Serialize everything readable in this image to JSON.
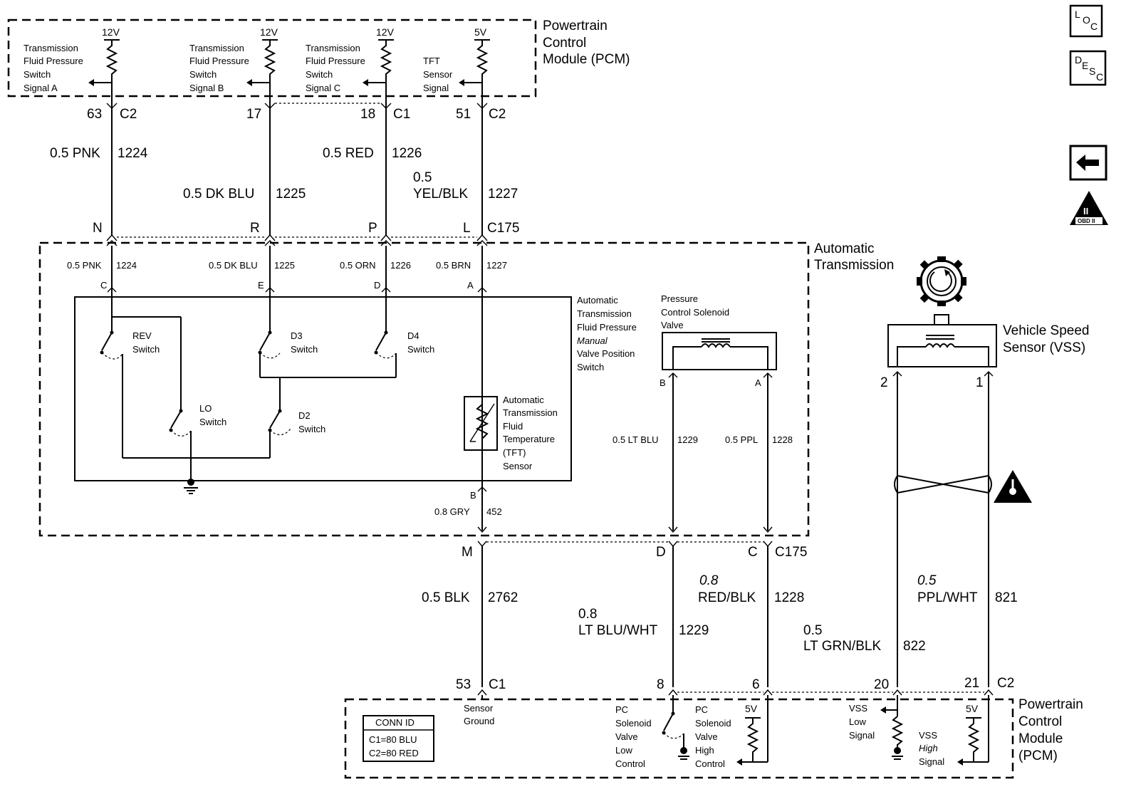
{
  "pcm_top": {
    "title": [
      "Powertrain",
      "Control",
      "Module (PCM)"
    ],
    "volts": [
      "12V",
      "12V",
      "12V",
      "5V"
    ],
    "signals": [
      [
        "Transmission",
        "Fluid Pressure",
        "Switch",
        "Signal A"
      ],
      [
        "Transmission",
        "Fluid Pressure",
        "Switch",
        "Signal B"
      ],
      [
        "Transmission",
        "Fluid Pressure",
        "Switch",
        "Signal C"
      ],
      [
        "TFT",
        "Sensor",
        "Signal"
      ]
    ],
    "pins": [
      "63",
      "17",
      "18",
      "51"
    ],
    "connectors": [
      "C2",
      "C1",
      "C2"
    ]
  },
  "upper_wires": [
    {
      "gauge_color": "0.5 PNK",
      "circuit": "1224"
    },
    {
      "gauge_color": "0.5 DK BLU",
      "circuit": "1225"
    },
    {
      "gauge_color": "0.5 RED",
      "circuit": "1226"
    },
    {
      "gauge_line1": "0.5",
      "gauge_line2": "YEL/BLK",
      "circuit": "1227"
    }
  ],
  "c175_top": {
    "pins": [
      "N",
      "R",
      "P",
      "L"
    ],
    "connector": "C175"
  },
  "transmission": {
    "title": [
      "Automatic",
      "Transmission"
    ],
    "inner_wires": [
      {
        "gauge_color": "0.5 PNK",
        "circuit": "1224",
        "pin": "C"
      },
      {
        "gauge_color": "0.5 DK BLU",
        "circuit": "1225",
        "pin": "E"
      },
      {
        "gauge_color": "0.5 ORN",
        "circuit": "1226",
        "pin": "D"
      },
      {
        "gauge_color": "0.5 BRN",
        "circuit": "1227",
        "pin": "A"
      }
    ],
    "switch_assembly": [
      "Automatic",
      "Transmission",
      "Fluid Pressure",
      "Manual",
      "Valve Position",
      "Switch"
    ],
    "switches": [
      [
        "REV",
        "Switch"
      ],
      [
        "D3",
        "Switch"
      ],
      [
        "D4",
        "Switch"
      ],
      [
        "LO",
        "Switch"
      ],
      [
        "D2",
        "Switch"
      ]
    ],
    "tft_sensor": [
      "Automatic",
      "Transmission",
      "Fluid",
      "Temperature",
      "(TFT)",
      "Sensor"
    ],
    "tft_ground": {
      "pin": "B",
      "gauge_color": "0.8 GRY",
      "circuit": "452"
    },
    "solenoid": {
      "title": [
        "Pressure",
        "Control Solenoid",
        "Valve"
      ],
      "pins": [
        "B",
        "A"
      ],
      "wires": [
        {
          "gauge_color": "0.5 LT BLU",
          "circuit": "1229"
        },
        {
          "gauge_color": "0.5 PPL",
          "circuit": "1228"
        }
      ]
    }
  },
  "vss": {
    "title": [
      "Vehicle Speed",
      "Sensor (VSS)"
    ],
    "pins": [
      "2",
      "1"
    ]
  },
  "c175_bottom": {
    "pins": [
      "M",
      "D",
      "C"
    ],
    "connector": "C175"
  },
  "lower_wires": [
    {
      "gauge_color": "0.5 BLK",
      "circuit": "2762"
    },
    {
      "gauge_line1": "0.8",
      "gauge_line2": "LT BLU/WHT",
      "circuit": "1229"
    },
    {
      "gauge_line1": "0.8",
      "gauge_line2": "RED/BLK",
      "circuit": "1228"
    },
    {
      "gauge_line1": "0.5",
      "gauge_line2": "LT GRN/BLK",
      "circuit": "822"
    },
    {
      "gauge_line1": "0.5",
      "gauge_line2": "PPL/WHT",
      "circuit": "821"
    }
  ],
  "pcm_bottom": {
    "title": [
      "Powertrain",
      "Control",
      "Module",
      "(PCM)"
    ],
    "pins": [
      "53",
      "8",
      "6",
      "20",
      "21"
    ],
    "connectors": [
      "C1",
      "C2"
    ],
    "volts": [
      "5V",
      "5V"
    ],
    "sensor_ground": [
      "Sensor",
      "Ground"
    ],
    "pc_low": [
      "PC",
      "Solenoid",
      "Valve",
      "Low",
      "Control"
    ],
    "pc_high": [
      "PC",
      "Solenoid",
      "Valve",
      "High",
      "Control"
    ],
    "vss_low": [
      "VSS",
      "Low",
      "Signal"
    ],
    "vss_high": [
      "VSS",
      "High",
      "Signal"
    ],
    "conn_id": {
      "title": "CONN ID",
      "rows": [
        "C1=80 BLU",
        "C2=80 RED"
      ]
    }
  },
  "side_icons": {
    "loc": [
      "L",
      "O",
      "C"
    ],
    "desc": [
      "D",
      "E",
      "S",
      "C"
    ],
    "obd": [
      "II",
      "OBD II"
    ]
  }
}
